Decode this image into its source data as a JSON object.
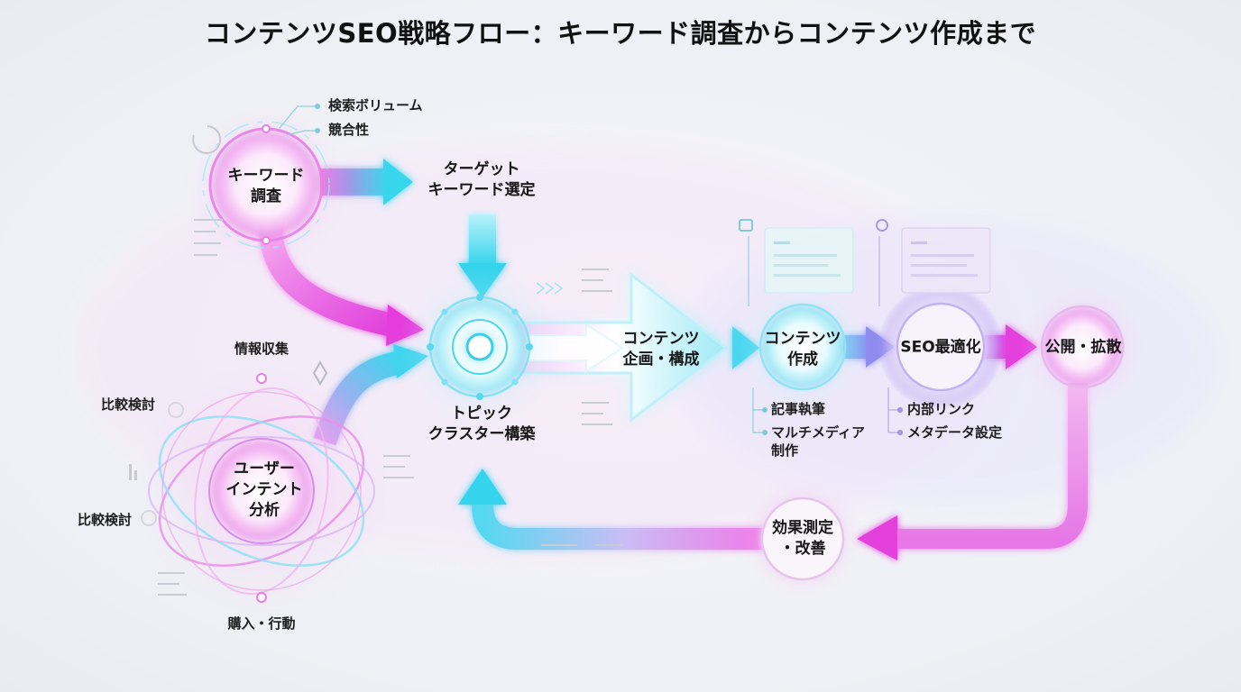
{
  "title": "コンテンツSEO戦略フロー：キーワード調査からコンテンツ作成まで",
  "nodes": {
    "keyword_research": [
      "キーワード",
      "調査"
    ],
    "target_keyword": [
      "ターゲット",
      "キーワード選定"
    ],
    "topic_cluster": [
      "トピック",
      "クラスター構築"
    ],
    "user_intent": [
      "ユーザー",
      "インテント",
      "分析"
    ],
    "content_planning": [
      "コンテンツ",
      "企画・構成"
    ],
    "content_creation": [
      "コンテンツ",
      "作成"
    ],
    "seo_optimization": [
      "SEO最適化"
    ],
    "publish": [
      "公開・拡散"
    ],
    "measurement": [
      "効果測定",
      "・改善"
    ]
  },
  "annotations": {
    "kw_volume": "検索ボリューム",
    "kw_competition": "競合性",
    "intent_info": "情報収集",
    "intent_compare_1": "比較検討",
    "intent_compare_2": "比較検討",
    "intent_purchase": "購入・行動",
    "writing": "記事執筆",
    "multimedia": [
      "マルチメディア",
      "制作"
    ],
    "internal_links": "内部リンク",
    "meta_data": "メタデータ設定"
  },
  "colors": {
    "pink": "#e44be0",
    "cyan": "#38d6ec",
    "violet": "#9a8cf0",
    "text": "#161616"
  }
}
